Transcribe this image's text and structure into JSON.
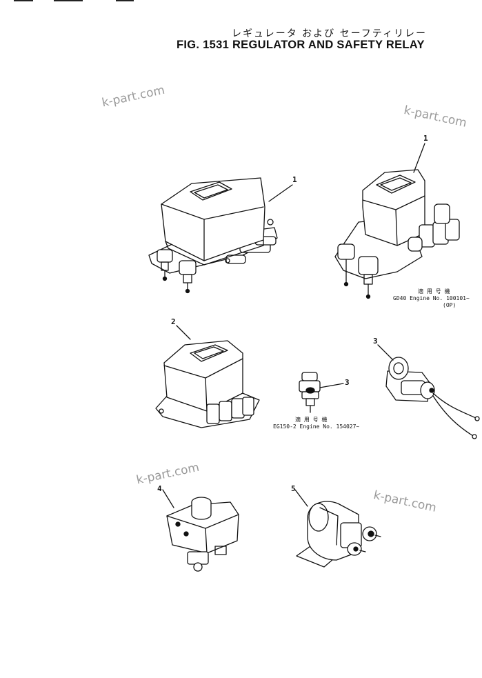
{
  "title": {
    "japanese": "レギュレータ および セーフティリレー",
    "english": "FIG. 1531  REGULATOR AND SAFETY RELAY"
  },
  "watermarks": [
    "k-part.com",
    "k-part.com",
    "k-part.com",
    "k-part.com"
  ],
  "callouts": {
    "c1a": "1",
    "c1b": "1",
    "c2": "2",
    "c3a": "3",
    "c3b": "3",
    "c4": "4",
    "c5": "5"
  },
  "notes": {
    "gd40": {
      "label_jp": "適 用 号 機",
      "line1": "GD40   Engine No. 100101~",
      "line2": "(OP)"
    },
    "eg150": {
      "label_jp": "適 用 号 機",
      "line1": "EG150-2  Engine No. 154027~"
    }
  }
}
